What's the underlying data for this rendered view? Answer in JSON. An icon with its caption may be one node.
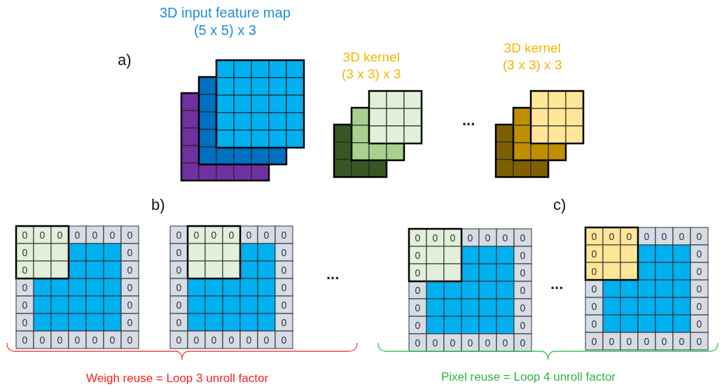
{
  "diagram": {
    "labels": [
      "3D input feature map (5 x 5) x 3",
      "a)",
      "3D kernel (3 x 3) x 3",
      "3D kernel (3 x 3) x 3",
      "...",
      "b)",
      "c)",
      "0",
      "0",
      "0",
      "0",
      "0",
      "0",
      "0",
      "0",
      "0",
      "0",
      "0",
      "0",
      "0",
      "0",
      "0",
      "0",
      "0",
      "0",
      "0",
      "0",
      "0",
      "0",
      "0",
      "0",
      "0",
      "0",
      "0",
      "0",
      "0",
      "0",
      "0",
      "0",
      "0",
      "0",
      "0",
      "0",
      "0",
      "0",
      "0",
      "0",
      "0",
      "0",
      "0",
      "0",
      "0",
      "0",
      "0",
      "0",
      "...",
      "0",
      "0",
      "0",
      "0",
      "0",
      "0",
      "0",
      "0",
      "0",
      "0",
      "0",
      "0",
      "0",
      "0",
      "0",
      "0",
      "0",
      "0",
      "0",
      "0",
      "0",
      "0",
      "0",
      "0",
      "...",
      "0",
      "0",
      "0",
      "0",
      "0",
      "0",
      "0",
      "0",
      "0",
      "0",
      "0",
      "0",
      "0",
      "0",
      "0",
      "0",
      "0",
      "0",
      "0",
      "0",
      "0",
      "0",
      "0",
      "0",
      "Weigh reuse = Loop 3 unroll factor",
      "Pixel reuse = Loop 4 unroll factor"
    ]
  }
}
